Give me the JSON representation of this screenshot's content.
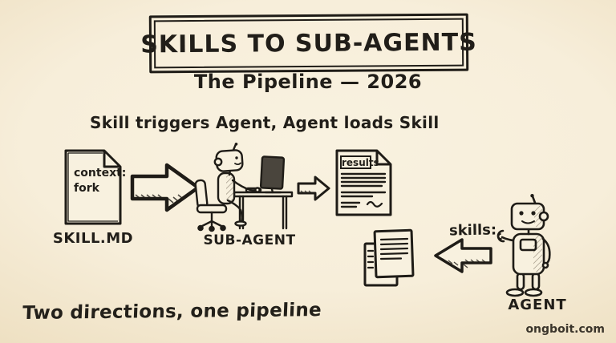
{
  "header": {
    "title": "SKILLS TO SUB-AGENTS",
    "subtitle": "The Pipeline — 2026"
  },
  "tagline": "Skill triggers Agent, Agent loads Skill",
  "flow": {
    "skill_doc": {
      "line1": "context:",
      "line2": "fork",
      "label": "SKILL.MD"
    },
    "sub_agent": {
      "label": "SUB-AGENT"
    },
    "results_doc": {
      "header": "results"
    },
    "agent": {
      "skills_label": "skills:",
      "label": "AGENT"
    }
  },
  "footer": {
    "caption": "Two directions, one pipeline",
    "watermark": "ongboit.com"
  },
  "icons": {
    "skill_document": "document-with-folded-corner",
    "arrow_right_large": "block-arrow-right",
    "sub_agent_robot": "robot-at-desk",
    "arrow_right_small": "block-arrow-right",
    "results_document": "document-with-folded-corner",
    "paper_stack": "two-stacked-papers",
    "arrow_left": "block-arrow-left",
    "agent_robot": "standing-robot"
  },
  "colors": {
    "ink": "#1f1c17",
    "paper_center": "#f9f2e0",
    "paper_edge": "#d2bd96",
    "doc_fill": "#f8f1df",
    "monitor_fill": "#4a453d"
  }
}
